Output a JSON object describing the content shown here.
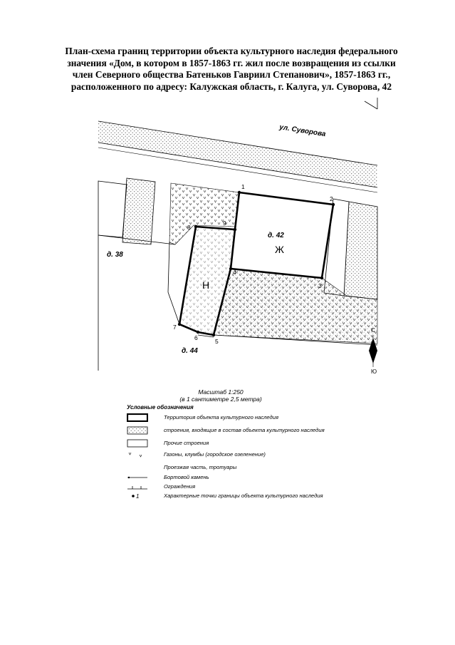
{
  "title": {
    "line1": "План-схема границ территории объекта культурного наследия  федерального",
    "line2": "значения «Дом, в котором в 1857-1863 гг. жил после возвращения из ссылки",
    "line3": "член Северного общества Батеньков Гавриил Степанович», 1857-1863 гг.,",
    "line4": "расположенного по адресу: Калужская область, г. Калуга,  ул. Суворова, 42"
  },
  "map": {
    "street_label": "ул. Суворова",
    "labels": {
      "house42": "д. 42",
      "house42_mark": "Ж",
      "house38": "д. 38",
      "house44": "д. 44",
      "nonres_mark": "Н"
    },
    "points": [
      {
        "n": "1"
      },
      {
        "n": "2"
      },
      {
        "n": "3"
      },
      {
        "n": "4"
      },
      {
        "n": "5"
      },
      {
        "n": "6"
      },
      {
        "n": "7"
      },
      {
        "n": "8"
      },
      {
        "n": "9"
      }
    ],
    "compass": {
      "north": "С",
      "south": "Ю"
    }
  },
  "scale": {
    "line1": "Масштаб 1:250",
    "line2": "(в 1 сантиметре 2,5 метра)"
  },
  "legend": {
    "title": "Условные обозначения",
    "items": [
      {
        "label": "Территория объекта культурного наследия"
      },
      {
        "label": "строения, входящие в состав объекта культурного наследия"
      },
      {
        "label": "Прочие строения"
      },
      {
        "label": "Газоны, клумбы (городское озеленение)"
      },
      {
        "label": "Проезжая часть, тротуары"
      },
      {
        "label": "Бортовой камень"
      },
      {
        "label": "Ограждения"
      },
      {
        "label": "Характерные точки границы объекта культурного наследия",
        "marker": "1"
      }
    ]
  }
}
